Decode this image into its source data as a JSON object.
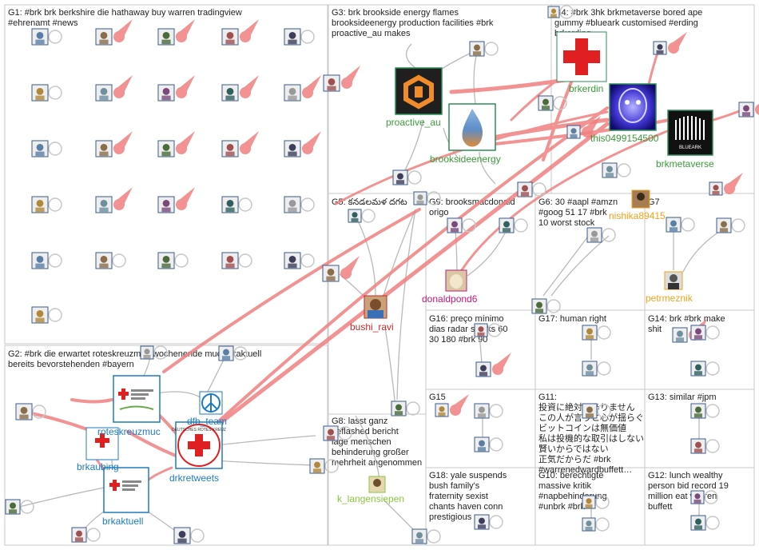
{
  "colors": {
    "group_border": "#c8c8c8",
    "edge_gray": "#b9b9b9",
    "edge_red": "#f08080",
    "edge_dark_red": "#e05a5a",
    "label_blue": "#1f7bbf",
    "label_green": "#3a9a3a",
    "label_red": "#c62828",
    "label_magenta": "#c2187a",
    "label_orange": "#f2a21a",
    "label_lime": "#8cc63f"
  },
  "groups": [
    {
      "id": "G1",
      "title": "G1: #brk brk berkshire die hathaway buy warren tradingview #ehrenamt #news"
    },
    {
      "id": "G2",
      "title": "G2: #brk die erwartet roteskreuzmuc wochenende muc brkaktuell bereits bevorstehenden #bayern"
    },
    {
      "id": "G3",
      "title": "G3: brk brookside energy flames brooksideenergy production facilities #brk proactive_au makes"
    },
    {
      "id": "G4",
      "title": "G4: #brk 3hk brkmetaverse bored ape gummy #blueark customised #erding brkerding"
    },
    {
      "id": "G5",
      "title": "G5: కనడలమళ దగట"
    },
    {
      "id": "G6",
      "title": "G6: 30 #aapl #amzn #goog 51 17 #brk 10 worst stock"
    },
    {
      "id": "G7",
      "title": "G7"
    },
    {
      "id": "G8",
      "title": "G8: lasst ganz geflashed bericht lage menschen behinderung großer mehrheit angenommen"
    },
    {
      "id": "G9",
      "title": "G9: brooksmacdonald origo"
    },
    {
      "id": "G10",
      "title": "G10: berechtigte massive kritik #napbehinderung #unbrk #brk"
    },
    {
      "id": "G11",
      "title": "G11: 投資に絶対はありません この人が言うと心が揺らぐ ビットコインは無価値 私は投機的な取引はしない 賢いからではない 正気だからだ #brk #warrenedwardbuffett…"
    },
    {
      "id": "G12",
      "title": "G12: lunch wealthy person bid record 19 million eat warren buffett"
    },
    {
      "id": "G13",
      "title": "G13: similar #jpm"
    },
    {
      "id": "G14",
      "title": "G14: brk #brk make shit"
    },
    {
      "id": "G15",
      "title": "G15"
    },
    {
      "id": "G16",
      "title": "G16: preço mínimo dias radar stocks 60 30 180 #brk 90"
    },
    {
      "id": "G17",
      "title": "G17: human right"
    },
    {
      "id": "G18",
      "title": "G18: yale suspends bush family's fraternity sexist chants haven conn prestigious"
    }
  ],
  "labels": {
    "proactive_au": "proactive_au",
    "brooksideenergy": "brooksideenergy",
    "brkerding": "brkerdin",
    "this0499154500": "this0499154500",
    "brkmetaverse": "brkmetaverse",
    "bushi_ravi": "bushi_ravi",
    "donaldpond6": "donaldpond6",
    "nishika89415": "nishika89415",
    "petrmeznik": "petrmeznik",
    "roteskreuzmuc": "roteskreuzmuc",
    "dfb_team": "dfb_team",
    "brkaubing": "brkaubing",
    "drkretweets": "drkretweets",
    "brkaktuell": "brkaktuell",
    "k_langensiepen": "k_langensiepen"
  },
  "logo_text": {
    "drk": "DEUTSCHES ROTES KREUZ",
    "blueark": "BLUEARK"
  }
}
